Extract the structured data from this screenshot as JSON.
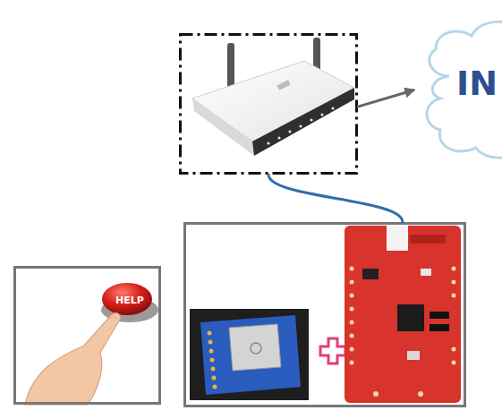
{
  "diagram": {
    "nodes": [
      {
        "text": []
      },
      {
        "text": [
          "IN"
        ]
      },
      {
        "text": [
          "HELP"
        ]
      },
      {
        "text": []
      }
    ],
    "edges": [
      {
        "from": 0,
        "to": 1,
        "arrow": "to"
      },
      {
        "from": 0,
        "to": 3,
        "arrow": "none"
      }
    ]
  }
}
